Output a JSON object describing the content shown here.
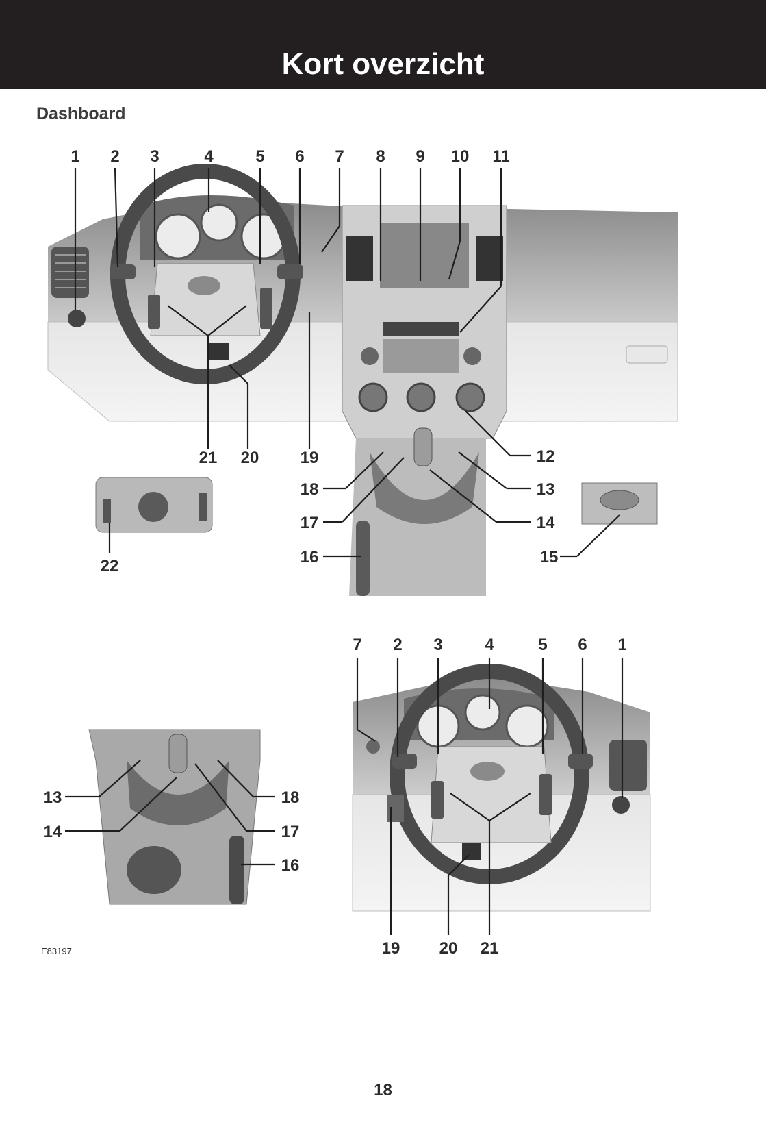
{
  "header": {
    "title": "Kort overzicht"
  },
  "section": {
    "title": "Dashboard"
  },
  "figure_ref": "E83197",
  "page_number": "18",
  "callouts": {
    "top_row": [
      "1",
      "2",
      "3",
      "4",
      "5",
      "6",
      "7",
      "8",
      "9",
      "10",
      "11"
    ],
    "top_bottom_row": [
      "21",
      "20",
      "19"
    ],
    "right_side": [
      "12",
      "13",
      "14",
      "15"
    ],
    "left_center": [
      "18",
      "17",
      "16"
    ],
    "light_switch": "22",
    "console_left": [
      "13",
      "14"
    ],
    "console_right": [
      "18",
      "17",
      "16"
    ],
    "rhd_top": [
      "7",
      "2",
      "3",
      "4",
      "5",
      "6",
      "1"
    ],
    "rhd_bottom": [
      "19",
      "20",
      "21"
    ]
  },
  "colors": {
    "header_bg": "#231f20",
    "header_text": "#ffffff",
    "body_text": "#2b2b2b"
  }
}
